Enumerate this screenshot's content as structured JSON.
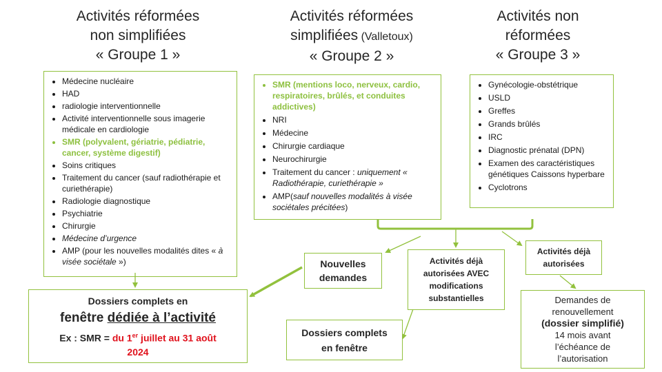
{
  "group1": {
    "header": [
      "Activités réformées",
      "non simplifiées",
      "« Groupe 1 »"
    ],
    "items": [
      {
        "text": "Médecine nucléaire"
      },
      {
        "text": "HAD"
      },
      {
        "text": "radiologie interventionnelle"
      },
      {
        "text": "Activité interventionnelle sous imagerie médicale en cardiologie"
      },
      {
        "text": "SMR (polyvalent, gériatrie, pédiatrie,  cancer, système digestif)",
        "style": "green"
      },
      {
        "text": "Soins critiques"
      },
      {
        "text": "Traitement du cancer (sauf radiothérapie et curiethérapie)"
      },
      {
        "text": "Radiologie diagnostique"
      },
      {
        "text": "Psychiatrie"
      },
      {
        "text": "Chirurgie"
      },
      {
        "text": "Médecine d’urgence",
        "style": "italic"
      },
      {
        "text": "AMP (pour les nouvelles modalités dites « ",
        "italic_part": "à visée sociétale",
        "suffix": " »)"
      }
    ]
  },
  "group2": {
    "header_line1": "Activités réformées",
    "header_line2_main": "simplifiées",
    "header_line2_small": " (Valletoux)",
    "header_line3": "« Groupe 2 »",
    "items": [
      {
        "text": "SMR (mentions loco, nerveux, cardio, respiratoires, brûlés, et conduites addictives)",
        "style": "green"
      },
      {
        "text": "NRI"
      },
      {
        "text": "Médecine"
      },
      {
        "text": "Chirurgie cardiaque"
      },
      {
        "text": "Neurochirurgie"
      },
      {
        "text": "Traitement du cancer : ",
        "italic_part": "uniquement « Radiothérapie, curiethérapie »"
      },
      {
        "text": "AMP(",
        "italic_part": "sauf nouvelles modalités à visée sociétales précitées",
        "suffix": ")"
      }
    ]
  },
  "group3": {
    "header": [
      "Activités non",
      "réformées",
      "« Groupe 3 »"
    ],
    "items": [
      {
        "text": "Gynécologie-obstétrique"
      },
      {
        "text": "USLD"
      },
      {
        "text": "Greffes"
      },
      {
        "text": "Grands brûlés"
      },
      {
        "text": "IRC"
      },
      {
        "text": "Diagnostic prénatal (DPN)"
      },
      {
        "text": "Examen des caractéristiques génétiques Caissons hyperbare"
      },
      {
        "text": "Cyclotrons"
      }
    ]
  },
  "nouvelles": {
    "line1": "Nouvelles",
    "line2": "demandes"
  },
  "modif": {
    "lines": [
      "Activités déjà",
      "autorisées AVEC",
      "modifications",
      "substantielles"
    ]
  },
  "deja": {
    "line1": "Activités déjà",
    "line2": "autorisées"
  },
  "dossiers_dedie": {
    "line1": "Dossiers complets en",
    "line2_prefix": "fenêtre ",
    "line2_underlined": "dédiée à l’activité",
    "line3_prefix": "Ex : SMR = ",
    "line3_red_a": "du 1",
    "line3_sup": "er",
    "line3_red_b": " juillet au 31 août",
    "line4_red": "2024"
  },
  "dossiers_fenetre": {
    "line1": "Dossiers complets",
    "line2": "en fenêtre"
  },
  "renouvellement": {
    "line1": "Demandes de",
    "line2": "renouvellement",
    "line3": "(dossier simplifié)",
    "line4": "14 mois avant",
    "line5": "l’échéance de",
    "line6": "l’autorisation"
  },
  "colors": {
    "green": "#92c13d",
    "red": "#e0111c",
    "text": "#1a1a1a"
  }
}
